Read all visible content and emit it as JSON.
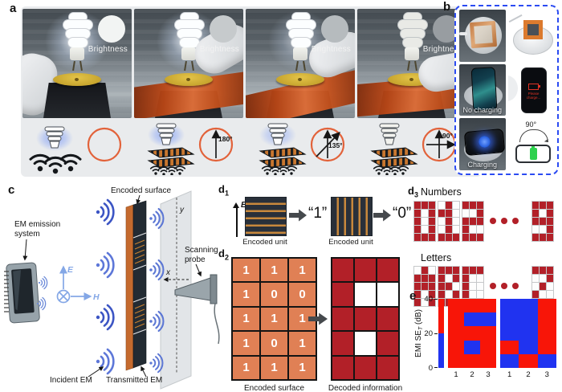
{
  "colors": {
    "crimson": "#b22028",
    "cell_orange": "#e08055",
    "film_orange": "#c9772f",
    "dash_border_blue": "#2b4bf2",
    "wave_blue": "#4a64cf"
  },
  "panel_a": {
    "label": "a",
    "photos": [
      {
        "brightness_label": "Brightness",
        "circle_color": "#f2f4f3"
      },
      {
        "brightness_label": "Brightness",
        "circle_color": "#c6cacc"
      },
      {
        "brightness_label": "Brightness",
        "circle_color": "#b6bbbe"
      },
      {
        "brightness_label": "Brightness",
        "circle_color": "#989da1"
      }
    ],
    "diagrams": [
      {
        "angle_label": ""
      },
      {
        "angle_label": "180°"
      },
      {
        "angle_label": "135°"
      },
      {
        "angle_label": "90°"
      }
    ]
  },
  "panel_b": {
    "label": "b",
    "no_charging_label": "No charging",
    "charging_label": "Charging",
    "rotation_label": "90°",
    "please_charge_label": "Please charge..."
  },
  "panel_c": {
    "label": "c",
    "labels": {
      "emission_line1": "EM emission",
      "emission_line2": "system",
      "encoded_surface": "Encoded surface",
      "scanning_line1": "Scanning",
      "scanning_line2": "probe",
      "incident": "Incident EM",
      "transmitted": "Transmitted EM",
      "e_axis": "E",
      "h_axis": "H",
      "x_axis": "x",
      "y_axis": "y"
    }
  },
  "panel_d1": {
    "label_base": "d",
    "label_sub": "1",
    "e_field": "E",
    "unit1_caption": "Encoded unit",
    "unit2_caption": "Encoded unit",
    "bit_one": "“1”",
    "bit_zero": "“0”"
  },
  "panel_d2": {
    "label_base": "d",
    "label_sub": "2",
    "encoded_grid": [
      [
        "1",
        "1",
        "1"
      ],
      [
        "1",
        "0",
        "0"
      ],
      [
        "1",
        "1",
        "1"
      ],
      [
        "1",
        "0",
        "1"
      ],
      [
        "1",
        "1",
        "1"
      ]
    ],
    "decoded_grid": [
      [
        1,
        1,
        1
      ],
      [
        1,
        0,
        0
      ],
      [
        1,
        1,
        1
      ],
      [
        1,
        0,
        1
      ],
      [
        1,
        1,
        1
      ]
    ],
    "encoded_caption": "Encoded surface",
    "decoded_caption": "Decoded information"
  },
  "panel_d3": {
    "label_base": "d",
    "label_sub": "3",
    "numbers": {
      "title": "Numbers",
      "ellipsis": "•••",
      "glyphs": [
        {
          "char": "0",
          "rows": [
            [
              1,
              1,
              1
            ],
            [
              1,
              0,
              1
            ],
            [
              1,
              0,
              1
            ],
            [
              1,
              0,
              1
            ],
            [
              1,
              1,
              1
            ]
          ]
        },
        {
          "char": "1",
          "rows": [
            [
              0,
              1,
              0
            ],
            [
              1,
              1,
              0
            ],
            [
              0,
              1,
              0
            ],
            [
              0,
              1,
              0
            ],
            [
              1,
              1,
              1
            ]
          ]
        },
        {
          "char": "2",
          "rows": [
            [
              1,
              1,
              1
            ],
            [
              0,
              0,
              1
            ],
            [
              1,
              1,
              1
            ],
            [
              1,
              0,
              0
            ],
            [
              1,
              1,
              1
            ]
          ]
        },
        {
          "char": "9",
          "rows": [
            [
              1,
              1,
              1
            ],
            [
              1,
              0,
              1
            ],
            [
              1,
              1,
              1
            ],
            [
              0,
              0,
              1
            ],
            [
              1,
              1,
              1
            ]
          ]
        }
      ]
    },
    "letters": {
      "title": "Letters",
      "ellipsis": "•••",
      "glyphs": [
        {
          "char": "A",
          "rows": [
            [
              0,
              1,
              0
            ],
            [
              1,
              1,
              1
            ],
            [
              1,
              1,
              1
            ],
            [
              1,
              0,
              1
            ],
            [
              1,
              0,
              1
            ]
          ]
        },
        {
          "char": "B",
          "rows": [
            [
              1,
              1,
              1
            ],
            [
              1,
              0,
              1
            ],
            [
              1,
              1,
              0
            ],
            [
              1,
              0,
              1
            ],
            [
              1,
              1,
              1
            ]
          ]
        },
        {
          "char": "C",
          "rows": [
            [
              1,
              1,
              1
            ],
            [
              1,
              0,
              0
            ],
            [
              1,
              0,
              0
            ],
            [
              1,
              0,
              0
            ],
            [
              1,
              1,
              1
            ]
          ]
        },
        {
          "char": "Z",
          "rows": [
            [
              1,
              1,
              1
            ],
            [
              0,
              0,
              1
            ],
            [
              0,
              1,
              0
            ],
            [
              1,
              0,
              0
            ],
            [
              1,
              1,
              1
            ]
          ]
        }
      ]
    }
  },
  "chart_data": {
    "type": "heatmap",
    "panel_label": "e",
    "ylabel_pre": "EMI SE",
    "ylabel_sub": "T",
    "ylabel_post": " (dB)",
    "ylim": [
      0,
      40
    ],
    "yticks": [
      "0",
      "20",
      "40"
    ],
    "row_band_dB": 8,
    "colors": {
      "high": "#f81508",
      "low": "#2033f0"
    },
    "colorbar": {
      "top_color": "#f81508",
      "bottom_color": "#2033f0",
      "split_dB": 20
    },
    "panels": [
      {
        "glyph": "6",
        "xticks": [
          "1",
          "2",
          "3"
        ],
        "cells": [
          [
            1,
            1,
            1
          ],
          [
            1,
            0,
            0
          ],
          [
            1,
            1,
            1
          ],
          [
            1,
            0,
            1
          ],
          [
            1,
            1,
            1
          ]
        ]
      },
      {
        "glyph": "J",
        "xticks": [
          "1",
          "2",
          "3"
        ],
        "cells": [
          [
            0,
            0,
            1
          ],
          [
            0,
            0,
            1
          ],
          [
            0,
            0,
            1
          ],
          [
            1,
            0,
            1
          ],
          [
            0,
            1,
            0
          ]
        ]
      }
    ]
  }
}
